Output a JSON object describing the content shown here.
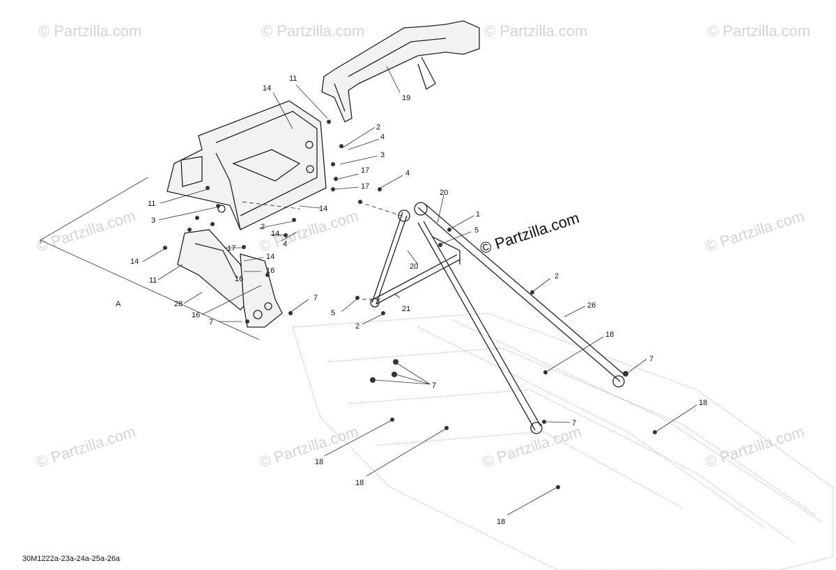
{
  "watermarks": {
    "text": "© Partzilla.com",
    "main_text": "© Partzilla.com"
  },
  "diagram": {
    "code": "30M1222a-23a-24a-25a-26a",
    "view_label": "A",
    "callouts": [
      {
        "id": "c11a",
        "label": "11"
      },
      {
        "id": "c14a",
        "label": "14"
      },
      {
        "id": "c2a",
        "label": "2"
      },
      {
        "id": "c4a",
        "label": "4"
      },
      {
        "id": "c3a",
        "label": "3"
      },
      {
        "id": "c17a",
        "label": "17"
      },
      {
        "id": "c17b",
        "label": "17"
      },
      {
        "id": "c4b",
        "label": "4"
      },
      {
        "id": "c11b",
        "label": "11"
      },
      {
        "id": "c3b",
        "label": "3"
      },
      {
        "id": "c14b",
        "label": "14"
      },
      {
        "id": "c2b",
        "label": "2"
      },
      {
        "id": "c14c",
        "label": "14"
      },
      {
        "id": "c4c",
        "label": "4"
      },
      {
        "id": "c17c",
        "label": "17"
      },
      {
        "id": "c14d",
        "label": "14"
      },
      {
        "id": "c14e",
        "label": "14"
      },
      {
        "id": "c16a",
        "label": "16"
      },
      {
        "id": "c11c",
        "label": "11"
      },
      {
        "id": "c16b",
        "label": "16"
      },
      {
        "id": "c28",
        "label": "28"
      },
      {
        "id": "c16c",
        "label": "16"
      },
      {
        "id": "c7a",
        "label": "7"
      },
      {
        "id": "c7b",
        "label": "7"
      },
      {
        "id": "c19",
        "label": "19"
      },
      {
        "id": "c20a",
        "label": "20"
      },
      {
        "id": "c1",
        "label": "1"
      },
      {
        "id": "c5a",
        "label": "5"
      },
      {
        "id": "c20b",
        "label": "20"
      },
      {
        "id": "c5b",
        "label": "5"
      },
      {
        "id": "c21",
        "label": "21"
      },
      {
        "id": "c2c",
        "label": "2"
      },
      {
        "id": "c2d",
        "label": "2"
      },
      {
        "id": "c26",
        "label": "26"
      },
      {
        "id": "c18a",
        "label": "18"
      },
      {
        "id": "c7c",
        "label": "7"
      },
      {
        "id": "c7d",
        "label": "7"
      },
      {
        "id": "c18b",
        "label": "18"
      },
      {
        "id": "c7e",
        "label": "7"
      },
      {
        "id": "c18c",
        "label": "18"
      },
      {
        "id": "c18d",
        "label": "18"
      },
      {
        "id": "c18e",
        "label": "18"
      }
    ]
  },
  "colors": {
    "line": "#222222",
    "watermark": "#d4d4d4",
    "ghost": "#bdbdbd"
  }
}
